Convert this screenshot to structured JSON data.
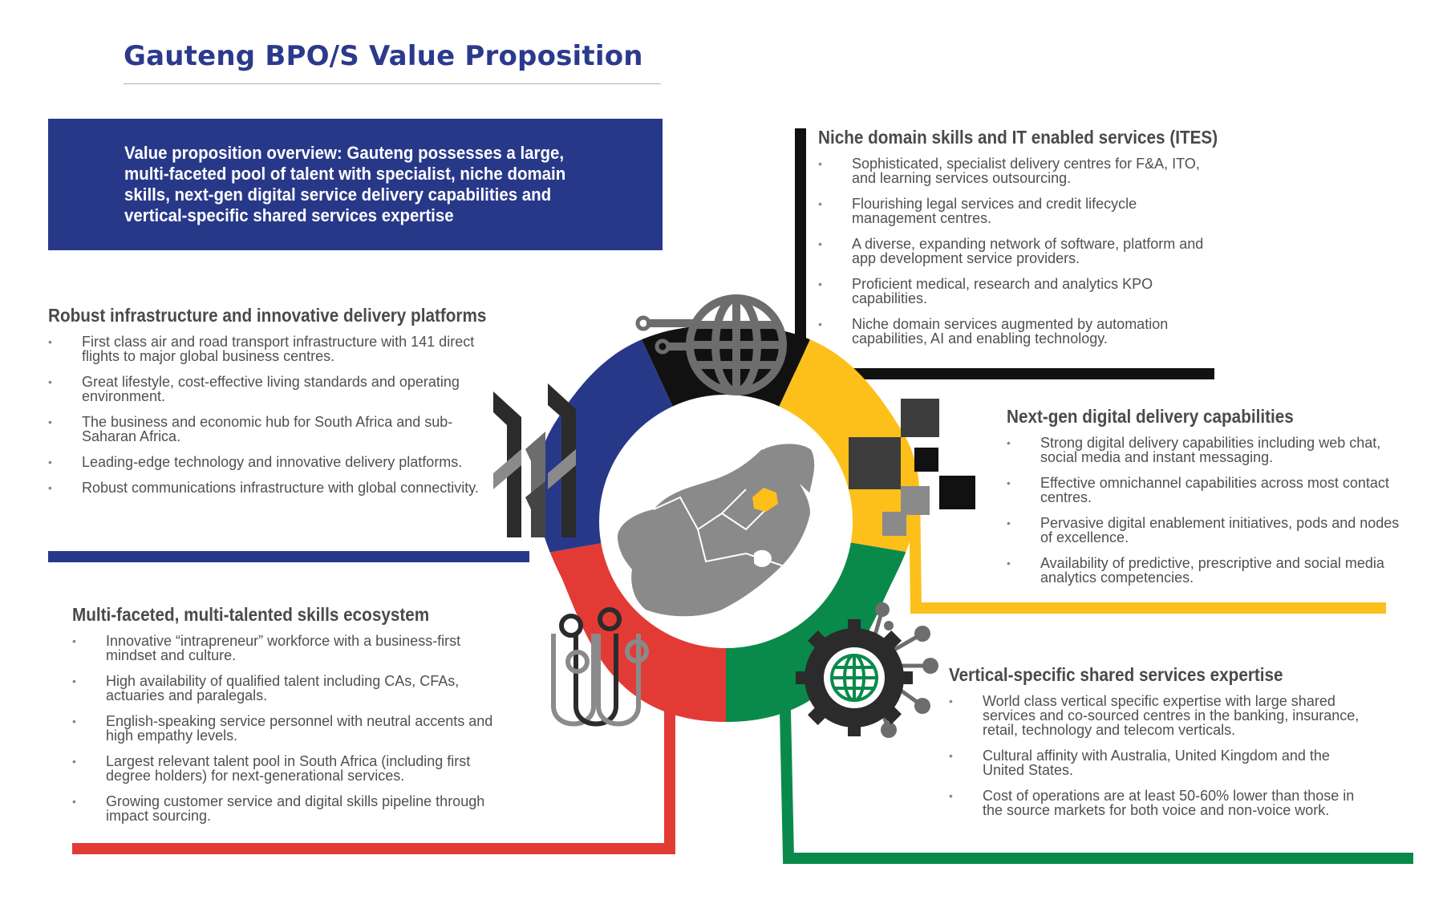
{
  "title": "Gauteng BPO/S Value Proposition",
  "overview": "Value proposition overview: Gauteng possesses a large, multi-faceted pool of talent with specialist, niche domain skills, next-gen digital service delivery capabilities and vertical-specific shared services expertise",
  "bullet_char": "•",
  "colors": {
    "blue": "#283889",
    "black": "#111111",
    "yellow": "#fdbf1a",
    "green": "#0a8a4a",
    "red": "#e23b36",
    "map_gray": "#8a8a8a",
    "highlight": "#fdbf1a"
  },
  "sections": {
    "infrastructure": {
      "title": "Robust infrastructure and innovative delivery platforms",
      "items": [
        "First class air and road transport infrastructure with 141 direct flights to major global business centres.",
        "Great lifestyle, cost-effective living standards and operating environment.",
        "The business and economic hub for South Africa and sub-Saharan Africa.",
        "Leading-edge technology and innovative delivery platforms.",
        "Robust communications infrastructure with global connectivity."
      ]
    },
    "niche": {
      "title": "Niche domain skills and IT enabled services (ITES)",
      "items": [
        "Sophisticated, specialist delivery centres for F&A, ITO, and learning services outsourcing.",
        "Flourishing legal services and credit lifecycle management centres.",
        "A diverse, expanding network of software, platform and app development service providers.",
        "Proficient medical, research and analytics KPO capabilities.",
        "Niche domain services augmented by automation capabilities, AI and enabling technology."
      ]
    },
    "digital": {
      "title": "Next-gen digital delivery capabilities",
      "items": [
        "Strong digital delivery capabilities including web chat, social media and instant messaging.",
        "Effective omnichannel capabilities across most contact centres.",
        "Pervasive digital enablement initiatives, pods and nodes of excellence.",
        "Availability of predictive, prescriptive and social media analytics competencies."
      ]
    },
    "skills": {
      "title": "Multi-faceted, multi-talented skills ecosystem",
      "items": [
        "Innovative “intrapreneur” workforce with a business-first mindset and culture.",
        "High availability of qualified talent including CAs, CFAs, actuaries and paralegals.",
        "English-speaking service personnel with neutral accents and high empathy levels.",
        "Largest relevant talent pool in South Africa (including first degree holders) for next-generational services.",
        "Growing customer service and digital skills pipeline through impact sourcing."
      ]
    },
    "vertical": {
      "title": "Vertical-specific shared services expertise",
      "items": [
        "World class vertical specific expertise with large shared services and co-sourced centres in the banking, insurance, retail, technology and telecom verticals.",
        "Cultural affinity with Australia, United Kingdom and the United States.",
        "Cost of operations are at least 50-60% lower than those in the source markets for both voice and non-voice work."
      ]
    }
  },
  "icons": {
    "infrastructure": "building-towers-icon",
    "niche": "globe-circuit-icon",
    "digital": "pixel-blocks-icon",
    "skills": "linked-hooks-icon",
    "vertical": "gear-network-globe-icon",
    "center": "south-africa-map-icon"
  }
}
